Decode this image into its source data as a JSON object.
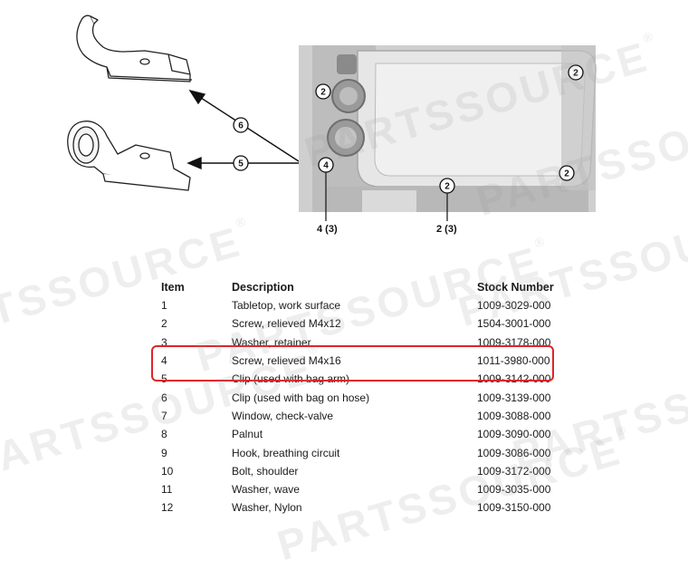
{
  "watermark": {
    "text": "PARTSSOURCE"
  },
  "diagram": {
    "callouts": [
      {
        "label": "6"
      },
      {
        "label": "5"
      },
      {
        "label": "2"
      },
      {
        "label": "4"
      },
      {
        "label": "2"
      },
      {
        "label": "2"
      },
      {
        "label": "2"
      }
    ],
    "refs": {
      "left": "4 (3)",
      "right": "2 (3)"
    }
  },
  "table": {
    "headers": {
      "item": "Item",
      "description": "Description",
      "stock": "Stock Number"
    },
    "rows": [
      {
        "item": "1",
        "description": "Tabletop, work surface",
        "stock": "1009-3029-000"
      },
      {
        "item": "2",
        "description": "Screw, relieved M4x12",
        "stock": "1504-3001-000"
      },
      {
        "item": "3",
        "description": "Washer, retainer",
        "stock": "1009-3178-000"
      },
      {
        "item": "4",
        "description": "Screw, relieved M4x16",
        "stock": "1011-3980-000"
      },
      {
        "item": "5",
        "description": "Clip (used with bag arm)",
        "stock": "1009-3142-000"
      },
      {
        "item": "6",
        "description": "Clip (used with bag on hose)",
        "stock": "1009-3139-000"
      },
      {
        "item": "7",
        "description": "Window, check-valve",
        "stock": "1009-3088-000"
      },
      {
        "item": "8",
        "description": "Palnut",
        "stock": "1009-3090-000"
      },
      {
        "item": "9",
        "description": "Hook, breathing circuit",
        "stock": "1009-3086-000"
      },
      {
        "item": "10",
        "description": "Bolt, shoulder",
        "stock": "1009-3172-000"
      },
      {
        "item": "11",
        "description": "Washer, wave",
        "stock": "1009-3035-000"
      },
      {
        "item": "12",
        "description": "Washer, Nylon",
        "stock": "1009-3150-000"
      }
    ],
    "highlighted_item": "4"
  },
  "colors": {
    "highlight": "#e0242a",
    "photo_bg": "#cfcfcf"
  }
}
